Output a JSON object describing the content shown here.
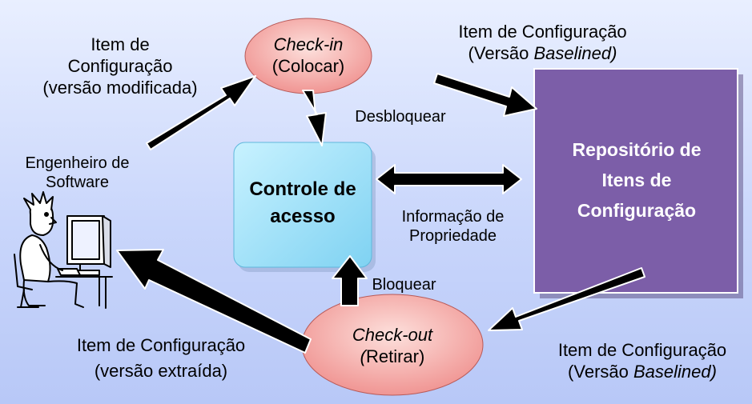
{
  "nodes": {
    "checkin": {
      "title": "Check-in",
      "subtitle": "(Colocar)",
      "color": "#f4a7a4"
    },
    "checkout": {
      "title": "Check-out",
      "subtitle_prefix": "(",
      "subtitle_rest": "Retirar)",
      "color": "#f4a7a4"
    },
    "access": {
      "line1": "Controle de",
      "line2": "acesso",
      "color": "#a8e4f8"
    },
    "repository": {
      "line1": "Repositório de",
      "line2": "Itens de",
      "line3": "Configuração",
      "color": "#7c5ea8"
    }
  },
  "labels": {
    "modified": {
      "line1": "Item de",
      "line2": "Configuração",
      "line3": "(versão modificada)"
    },
    "baselined_top": {
      "line1": "Item de Configuração",
      "line2_prefix": "(Versão ",
      "line2_italic": "Baselined)"
    },
    "engineer": {
      "line1": "Engenheiro de",
      "line2": "Software"
    },
    "desbloquear": "Desbloquear",
    "propriedade": {
      "line1": "Informação de",
      "line2": "Propriedade"
    },
    "bloquear": "Bloquear",
    "extracted": {
      "line1": "Item de Configuração",
      "line2": "(versão extraída)"
    },
    "baselined_bottom": {
      "line1": "Item de Configuração",
      "line2_prefix": "(Versão ",
      "line2_italic": "Baselined)"
    }
  },
  "arrow_color": "#000000"
}
